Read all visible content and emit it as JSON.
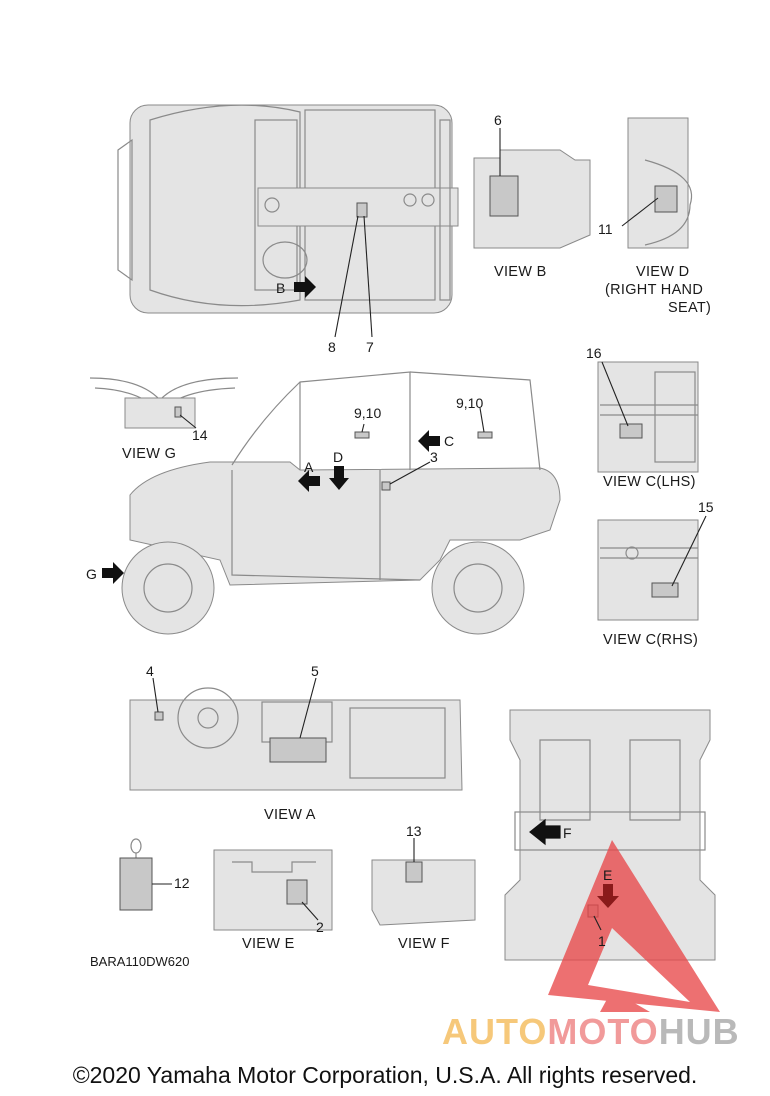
{
  "labels": {
    "n1": "1",
    "n2": "2",
    "n3": "3",
    "n4": "4",
    "n5": "5",
    "n6": "6",
    "n7": "7",
    "n8": "8",
    "n910a": "9,10",
    "n910b": "9,10",
    "n11": "11",
    "n12": "12",
    "n13": "13",
    "n14": "14",
    "n15": "15",
    "n16": "16"
  },
  "pointers": {
    "a": "A",
    "b": "B",
    "c": "C",
    "d": "D",
    "e": "E",
    "f": "F",
    "g": "G"
  },
  "views": {
    "view_b": "VIEW B",
    "view_d_line1": "VIEW D",
    "view_d_line2": "(RIGHT HAND",
    "view_d_line3": "SEAT)",
    "view_g": "VIEW G",
    "view_c_lhs": "VIEW C(LHS)",
    "view_c_rhs": "VIEW C(RHS)",
    "view_a": "VIEW A",
    "view_e": "VIEW E",
    "view_f": "VIEW F"
  },
  "drawing_code": "BARA110DW620",
  "watermark": {
    "part1": "AUTO",
    "part2": "MOTO",
    "part3": "HUB"
  },
  "copyright": "©2020 Yamaha Motor Corporation, U.S.A. All rights reserved.",
  "colors": {
    "watermark_red": "#e8484a",
    "watermark_yellow": "#f6c87a",
    "watermark_gray": "#b9b9b9"
  }
}
